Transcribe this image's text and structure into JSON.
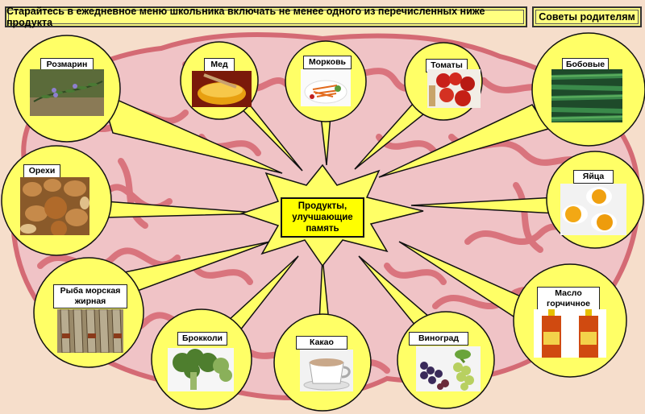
{
  "header": {
    "main_text": "Старайтесь в ежедневное меню школьника включать не менее одного из  перечисленных ниже продукта",
    "side_text": "Советы  родителям"
  },
  "center": {
    "line1": "Продукты,",
    "line2": "улучшающие",
    "line3": "память"
  },
  "foods": [
    {
      "id": "rosemary",
      "label": "Розмарин",
      "icon": "rosemary-icon"
    },
    {
      "id": "honey",
      "label": "Мед",
      "icon": "honey-icon"
    },
    {
      "id": "carrot",
      "label": "Морковь",
      "icon": "carrot-icon"
    },
    {
      "id": "tomatoes",
      "label": "Томаты",
      "icon": "tomato-icon"
    },
    {
      "id": "beans",
      "label": "Бобовые",
      "icon": "beans-icon"
    },
    {
      "id": "nuts",
      "label": "Орехи",
      "icon": "nuts-icon"
    },
    {
      "id": "eggs",
      "label": "Яйца",
      "icon": "eggs-icon"
    },
    {
      "id": "fish",
      "label_line1": "Рыба морская",
      "label_line2": "жирная",
      "icon": "fish-icon"
    },
    {
      "id": "mustard-oil",
      "label_line1": "Масло",
      "label_line2": "горчичное",
      "icon": "oil-bottle-icon"
    },
    {
      "id": "broccoli",
      "label": "Брокколи",
      "icon": "broccoli-icon"
    },
    {
      "id": "cocoa",
      "label": "Какао",
      "icon": "cocoa-cup-icon"
    },
    {
      "id": "grapes",
      "label": "Виноград",
      "icon": "grapes-icon"
    }
  ],
  "colors": {
    "background": "#f6decb",
    "brain": "#d9707a",
    "brain_fill": "#f2c8cc",
    "bubble": "#ffff66",
    "header": "#ffff80",
    "center_label": "#ffff00"
  }
}
